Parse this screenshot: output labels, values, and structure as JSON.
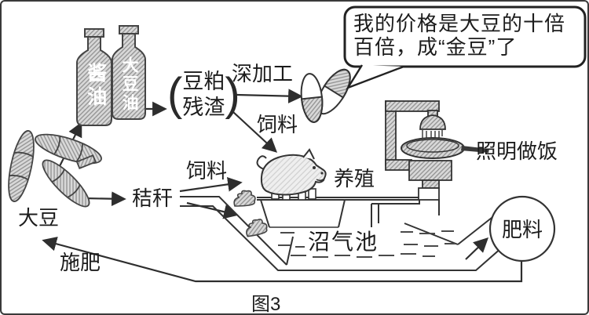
{
  "figure_caption": "图3",
  "speech_bubble": {
    "line1": "我的价格是大豆的十倍",
    "line2": "百倍，成“金豆”了"
  },
  "nodes": {
    "soybean": "大豆",
    "straw": "秸秆",
    "soy_sauce_bottle": "酱油",
    "soybean_oil_bottle": "大豆油",
    "meal_residue": {
      "open": "(",
      "line1": "豆粕",
      "line2": "残渣",
      "close": ")"
    },
    "breeding": "养殖",
    "biogas_pool": "沼气池",
    "fertilizer": "肥料",
    "lighting_cooking": "照明做饭"
  },
  "edges": {
    "deep_processing": "深加工",
    "feed_from_residue": "饲料",
    "feed_from_straw": "饲料",
    "apply_fertilizer": "施肥"
  },
  "icons": {
    "soy_sauce_bottle": "bottle-icon",
    "soybean_oil_bottle": "bottle-icon",
    "soybean_pods": "bean-pods-icon",
    "capsules": "capsule-pills-icon",
    "pig": "pig-icon",
    "manure": "dung-icon",
    "gas_lamp": "gas-lamp-icon",
    "frying_pan": "frying-pan-icon",
    "stove": "stove-icon",
    "biogas_pit": "pit-icon",
    "fertilizer_circle": "circle-icon",
    "speech_bubble": "speech-bubble-icon"
  },
  "colors": {
    "line": "#2e2e2e",
    "hatch_fill": "#d9d9d9",
    "hatch_stroke": "#8f8f8f",
    "paper": "#ffffff",
    "text": "#1c1c1c"
  }
}
